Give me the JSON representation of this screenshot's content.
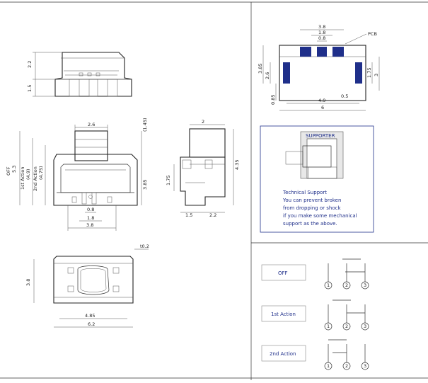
{
  "front_view": {
    "dim_width_top": "2.6",
    "dim_width_bottom": "3.8",
    "dim_inner1": "1.8",
    "dim_inner2": "0.8",
    "dim_height_total": "3.85",
    "dim_off": "OFF",
    "dim_off_value": "5.3",
    "dim_first_action": "1st Action",
    "dim_first_action_value": "(4.9)",
    "dim_second_action": "2nd Action",
    "dim_second_action_value": "(4.75)",
    "dim_paren": "(1.45)"
  },
  "top_view": {
    "dim_a": "2.2",
    "dim_b": "1.5"
  },
  "side_view": {
    "dim_top": "2",
    "dim_right": "4.35",
    "dim_left": "1.75",
    "dim_bottom_a": "1.5",
    "dim_bottom_b": "2.2"
  },
  "bottom_view": {
    "dim_tol": "t0.2",
    "dim_height": "3.8",
    "dim_inner": "4.85",
    "dim_outer": "6.2"
  },
  "pcb_view": {
    "label": "PCB",
    "dim_38": "3.8",
    "dim_18": "1.8",
    "dim_08": "0.8",
    "dim_385": "3.85",
    "dim_26": "2.6",
    "dim_085": "0.85",
    "dim_175": "1.75",
    "dim_3": "3",
    "dim_49": "4.9",
    "dim_05": "0.5",
    "dim_6": "6"
  },
  "supporter_box": {
    "title": "SUPPORTER",
    "line1": "Technical Support",
    "line2": "You can prevent broken",
    "line3": "from dropping or shock",
    "line4": "if you make some mechanical",
    "line5": "support as the above."
  },
  "states": [
    {
      "label": "OFF",
      "pins": [
        "1",
        "2",
        "3"
      ]
    },
    {
      "label": "1st Action",
      "pins": [
        "1",
        "2",
        "3"
      ]
    },
    {
      "label": "2nd Action",
      "pins": [
        "1",
        "2",
        "3"
      ]
    }
  ],
  "colors": {
    "accent": "#1f2f8a",
    "line": "#333333"
  }
}
